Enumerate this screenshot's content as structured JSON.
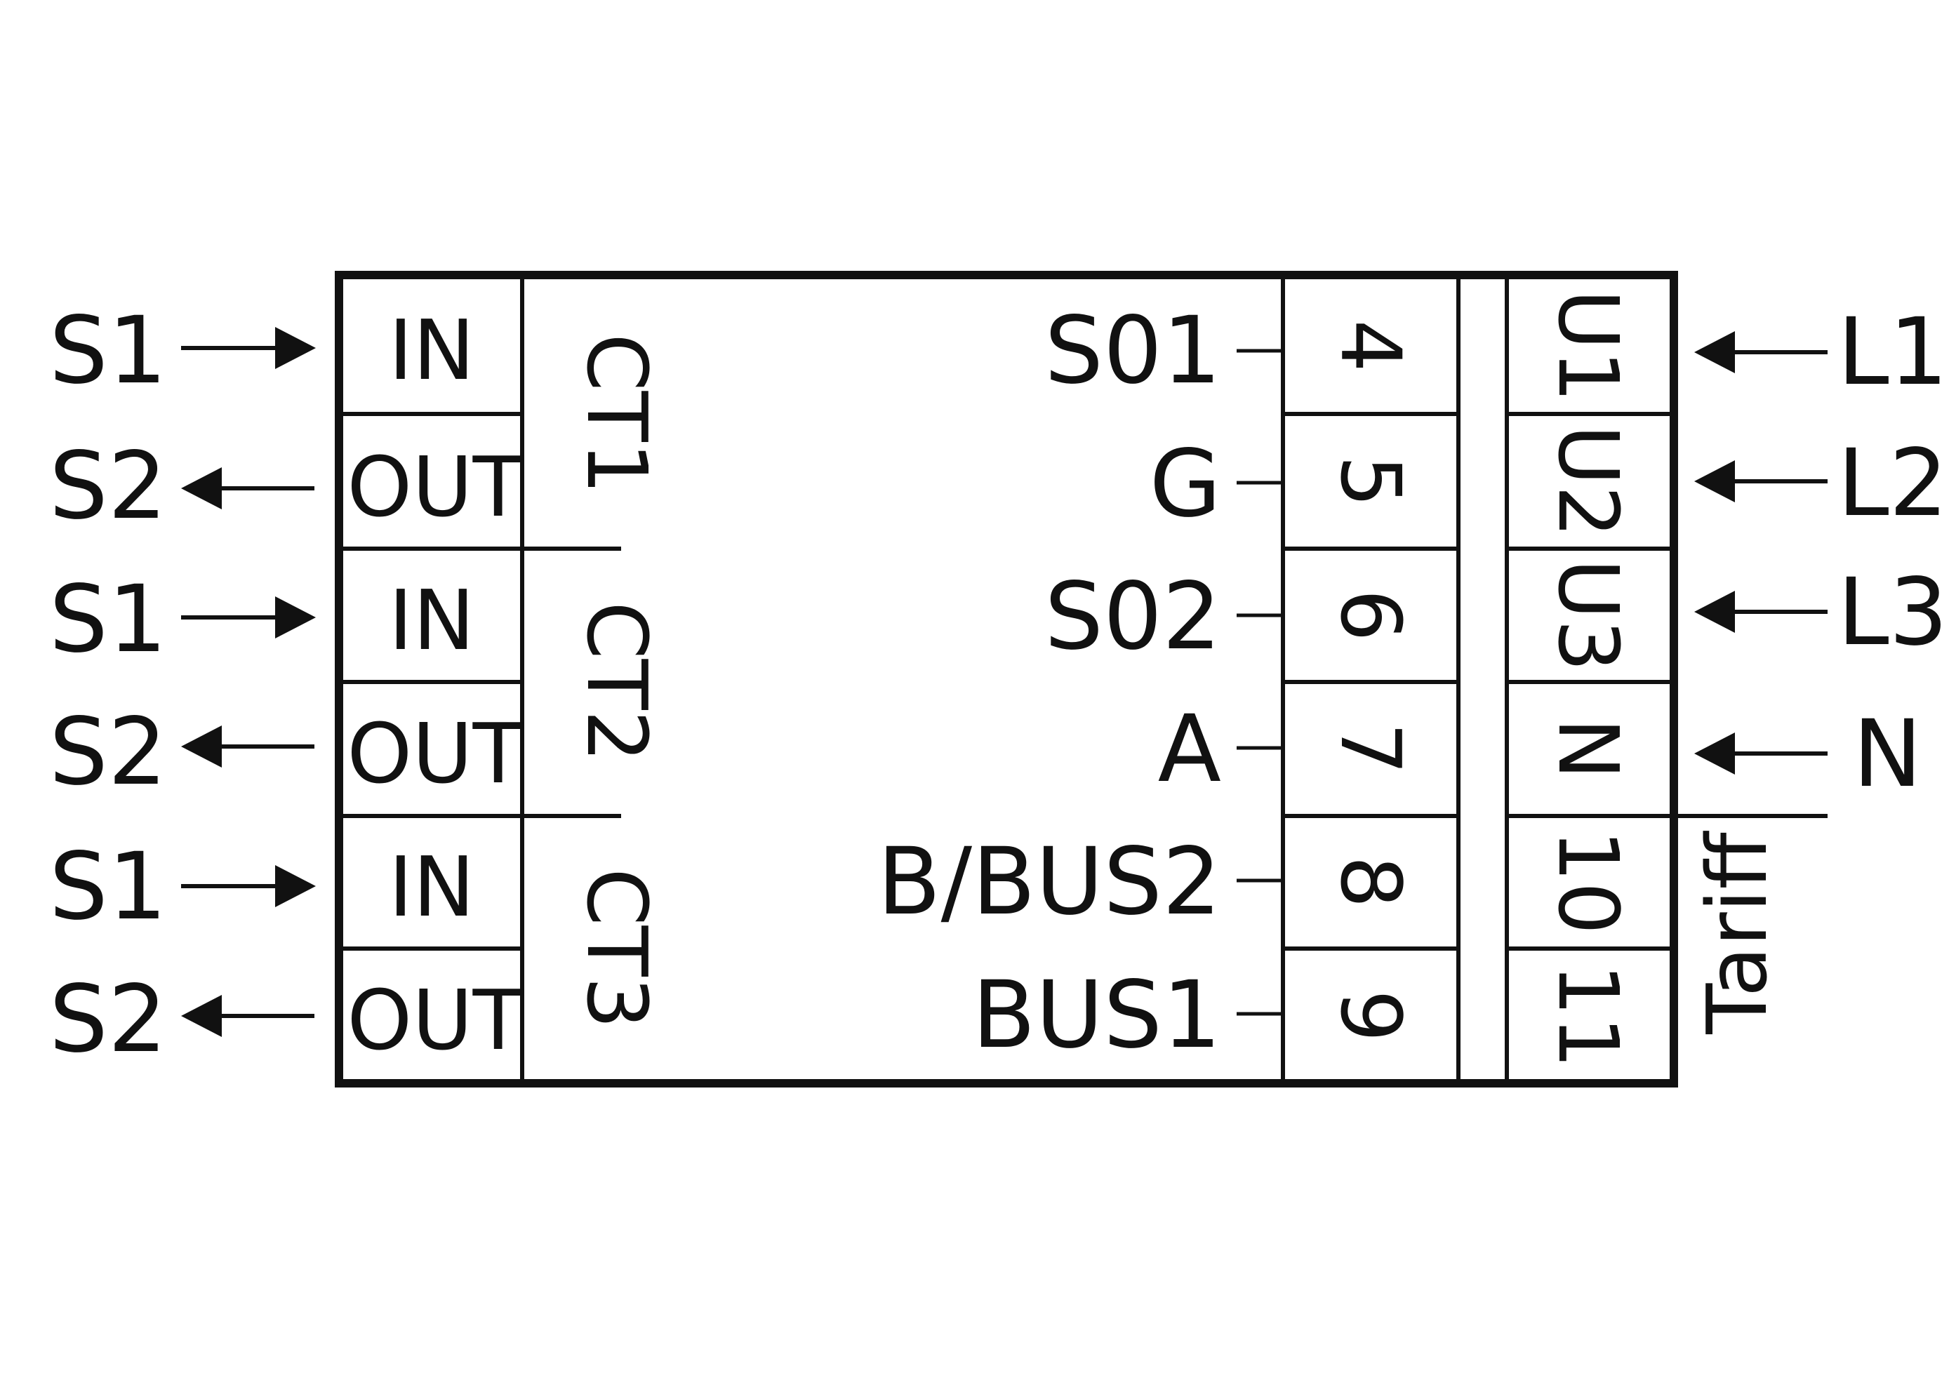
{
  "ct_groups": [
    {
      "name": "CT1",
      "in": "IN",
      "out": "OUT",
      "s_in": "S1",
      "s_out": "S2"
    },
    {
      "name": "CT2",
      "in": "IN",
      "out": "OUT",
      "s_in": "S1",
      "s_out": "S2"
    },
    {
      "name": "CT3",
      "in": "IN",
      "out": "OUT",
      "s_in": "S1",
      "s_out": "S2"
    }
  ],
  "signal_terminals": [
    {
      "label": "S01",
      "number": "4"
    },
    {
      "label": "G",
      "number": "5"
    },
    {
      "label": "S02",
      "number": "6"
    },
    {
      "label": "A",
      "number": "7"
    },
    {
      "label": "B/BUS2",
      "number": "8"
    },
    {
      "label": "BUS1",
      "number": "9"
    }
  ],
  "power_terminals": [
    {
      "code": "U1",
      "line": "L1"
    },
    {
      "code": "U2",
      "line": "L2"
    },
    {
      "code": "U3",
      "line": "L3"
    },
    {
      "code": "N",
      "line": "N"
    },
    {
      "code": "10",
      "line": ""
    },
    {
      "code": "11",
      "line": ""
    }
  ],
  "tariff_label": "Tariff",
  "colors": {
    "ink": "#111111",
    "background": "#ffffff"
  }
}
